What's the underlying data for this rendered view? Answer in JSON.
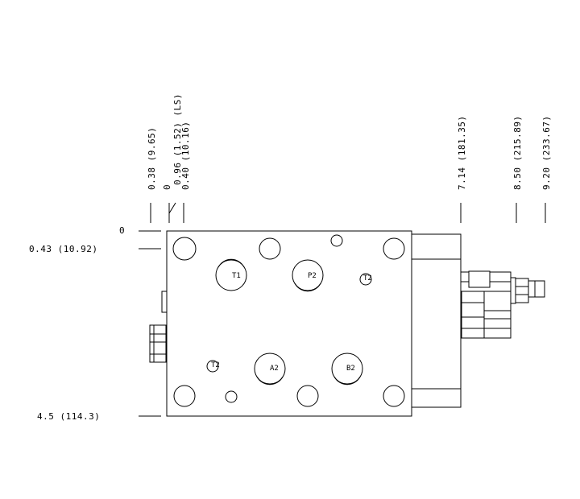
{
  "drawing": {
    "vertical_dimensions": [
      {
        "label": "0"
      },
      {
        "label": "0.43 (10.92)"
      },
      {
        "label": "4.5 (114.3)"
      }
    ],
    "horizontal_dimensions": [
      {
        "label": "0.38 (9.65)"
      },
      {
        "label": "0"
      },
      {
        "label": "0.40 (10.16)"
      },
      {
        "label": "0.96 (1.52) (LS)"
      },
      {
        "label": "7.14 (181.35)"
      },
      {
        "label": "8.50 (215.89)"
      },
      {
        "label": "9.20 (233.67)"
      }
    ],
    "ports": [
      {
        "label": "T1"
      },
      {
        "label": "P2"
      },
      {
        "label": "T2"
      },
      {
        "label": "T2"
      },
      {
        "label": "A2"
      },
      {
        "label": "B2"
      }
    ]
  }
}
